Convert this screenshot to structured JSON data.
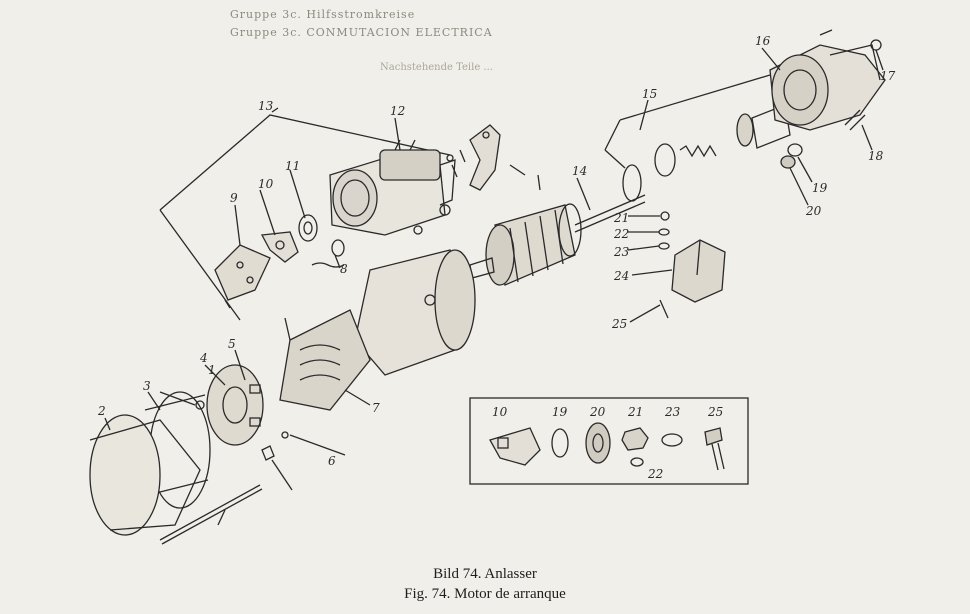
{
  "header": {
    "line1": "Gruppe 3c. Hilfsstromkreise",
    "line2": "Gruppe 3c. CONMUTACION ELECTRICA",
    "line3": "Nachstehende Teile ..."
  },
  "callouts": [
    "1",
    "2",
    "3",
    "4",
    "5",
    "6",
    "7",
    "8",
    "9",
    "10",
    "11",
    "12",
    "13",
    "14",
    "15",
    "16",
    "17",
    "18",
    "19",
    "20",
    "21",
    "22",
    "23",
    "24",
    "25"
  ],
  "inset_labels": [
    "10",
    "19",
    "20",
    "21",
    "23",
    "25",
    "22"
  ],
  "caption": {
    "line1": "Bild 74. Anlasser",
    "line2": "Fig. 74. Motor de arranque"
  },
  "colors": {
    "ink": "#2a2a2a",
    "paper": "#f1efe9"
  }
}
